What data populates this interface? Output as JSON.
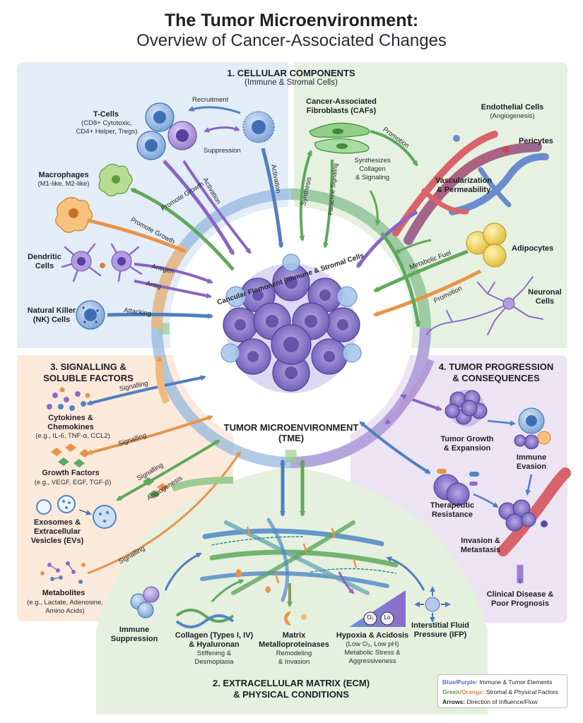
{
  "title": {
    "line1": "The Tumor Microenvironment:",
    "line2": "Overview of Cancer-Associated Changes"
  },
  "center": {
    "label_line1": "TUMOR MICROENVIRONMENT",
    "label_line2": "(TME)",
    "arc_text": "Cancular Flomonent (Immune & Stromal Cells"
  },
  "section1": {
    "title": "1. CELLULAR COMPONENTS",
    "subtitle": "(Immune & Stromal Cells)",
    "tcells": {
      "name": "T-Cells",
      "desc1": "(CD8+ Cytotoxic,",
      "desc2": "CD4+ Helper, Tregs)"
    },
    "macrophages": {
      "name": "Macrophages",
      "desc": "(M1-like, M2-like)"
    },
    "dendritic": {
      "name1": "Dendritic",
      "name2": "Cells"
    },
    "nk": {
      "name1": "Natural Killer",
      "name2": "(NK) Cells"
    },
    "cafs": {
      "name1": "Cancer-Associated",
      "name2": "Fibroblasts (CAFs)"
    },
    "endothelial": {
      "name": "Endothelial Cells",
      "desc": "(Angiogenesis)"
    },
    "pericytes": "Pericytes",
    "vascular": {
      "line1": "Vascularization",
      "line2": "& Permeability"
    },
    "adipocytes": "Adipocytes",
    "neuronal": {
      "line1": "Neuronal",
      "line2": "Cells"
    },
    "synthesizes": {
      "line1": "Synthesizes",
      "line2": "Collagen",
      "line3": "& Signaling"
    },
    "arrows": {
      "recruitment": "Recruitment",
      "suppression": "Suppression",
      "activation1": "Activation",
      "activation2": "Activation",
      "promote_growth1": "Promote Growth",
      "promote_growth2": "Promote Growth",
      "antigen": "Antigen",
      "antig": "Antig",
      "attacking": "Attacking",
      "synthesis": "Synthesis",
      "paracrine_signaling": "Paracrine Signaling",
      "promotion1": "Promotion",
      "promotion2": "Promotion",
      "metabolic_fuel": "Metabolic Fuel"
    }
  },
  "section2": {
    "title1": "2. EXTRACELLULAR MATRIX (ECM)",
    "title2": "& PHYSICAL CONDITIONS",
    "immune": {
      "line1": "Immune",
      "line2": "Suppression"
    },
    "collagen": {
      "line1": "Collagen (Types I, IV)",
      "line2": "& Hyaluronan",
      "sub1": "Stiffening &",
      "sub2": "Desmoplasia"
    },
    "mmp": {
      "line1": "Matrix",
      "line2": "Metalloproteinases",
      "sub1": "Remodeling",
      "sub2": "& Invasion"
    },
    "hypoxia": {
      "line1": "Hypoxia & Acidosis",
      "line2": "(Low O₂, Low pH)",
      "sub1": "Metabolic Stress &",
      "sub2": "Aggressiveness",
      "o2": "O₂",
      "lo": "Lo"
    },
    "ifp": {
      "line1": "Interstitial Fluid",
      "line2": "Pressure (IFP)"
    }
  },
  "section3": {
    "title1": "3. SIGNALLING &",
    "title2": "SOLUBLE FACTORS",
    "cytokines": {
      "line1": "Cytokines &",
      "line2": "Chemokines",
      "sub": "(e.g., IL-6, TNF-α, CCL2)"
    },
    "growth": {
      "line1": "Growth Factors",
      "sub": "(e.g., VEGF, EGF, TGF-β)"
    },
    "exosomes": {
      "line1": "Exosomes &",
      "line2": "Extracellular",
      "line3": "Vesicles (EVs)"
    },
    "metabolites": {
      "line1": "Metabolites",
      "sub1": "(e.g., Lactate, Adenosine,",
      "sub2": "Amino Acids)"
    },
    "arrows": {
      "s1": "Signalling",
      "s2": "Signalling",
      "s3": "Signalling",
      "s4": "Signalling",
      "angio": "Angiogenesis"
    }
  },
  "section4": {
    "title1": "4. TUMOR PROGRESSION",
    "title2": "& CONSEQUENCES",
    "growth": {
      "line1": "Tumor Growth",
      "line2": "& Expansion"
    },
    "evasion": {
      "line1": "Immune",
      "line2": "Evasion"
    },
    "resistance": {
      "line1": "Therapeutic",
      "line2": "Resistance"
    },
    "invasion": {
      "line1": "Invasion &",
      "line2": "Metastasis"
    },
    "clinical": {
      "line1": "Clinical Disease &",
      "line2": "Poor Prognosis"
    }
  },
  "legend": {
    "row1_key": "Blue/Purple:",
    "row1_val": "Immune & Tumor Elements",
    "row2_key_a": "Green",
    "row2_key_b": "/Orange:",
    "row2_val": "Stromal & Physical Factors",
    "row3_key": "Arrows:",
    "row3_val": "Direction of Influence/Flow"
  },
  "colors": {
    "blue_panel": "#e3edf7",
    "green_panel": "#e6f1e1",
    "orange_panel": "#fbeadb",
    "purple_panel": "#ece4f3",
    "blue": "#4f86c6",
    "purple": "#8d6cc8",
    "green": "#6db36a",
    "orange": "#eda25a",
    "tumor": "#8573c6"
  }
}
